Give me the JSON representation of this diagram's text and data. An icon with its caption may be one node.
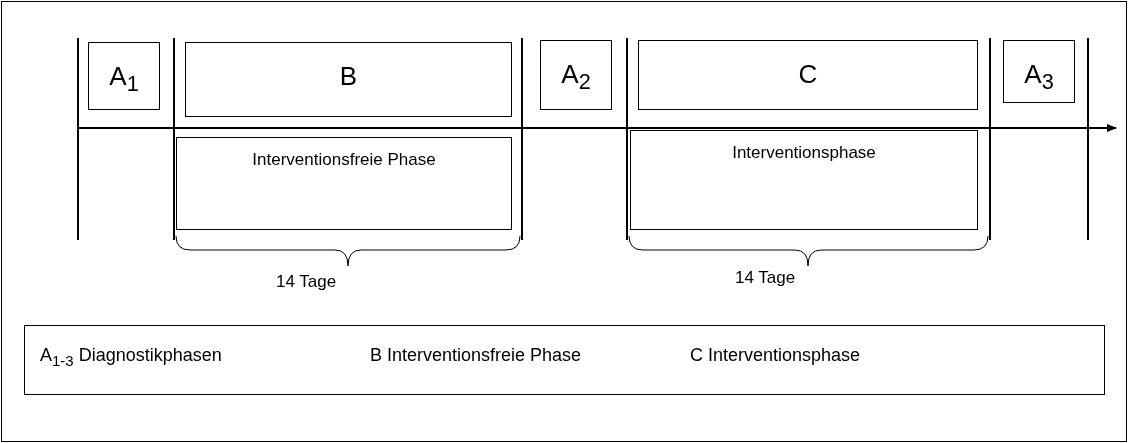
{
  "diagram": {
    "nodes": [
      {
        "text": [
          "A$_{1}$"
        ]
      },
      {
        "text": [
          "B"
        ]
      },
      {
        "text": [
          "A$_{2}$"
        ]
      },
      {
        "text": [
          "C"
        ]
      },
      {
        "text": [
          "A$_{3}$"
        ]
      },
      {
        "text": [
          "Interventionsfreie Phase"
        ]
      },
      {
        "text": [
          "Interventionsphase"
        ]
      }
    ],
    "edges": [],
    "labels": [
      "14 Tage",
      "14 Tage",
      "A$_{1-3}$ Diagnostikphasen",
      "B Interventionsfreie Phase",
      "C Interventionsphase"
    ]
  }
}
